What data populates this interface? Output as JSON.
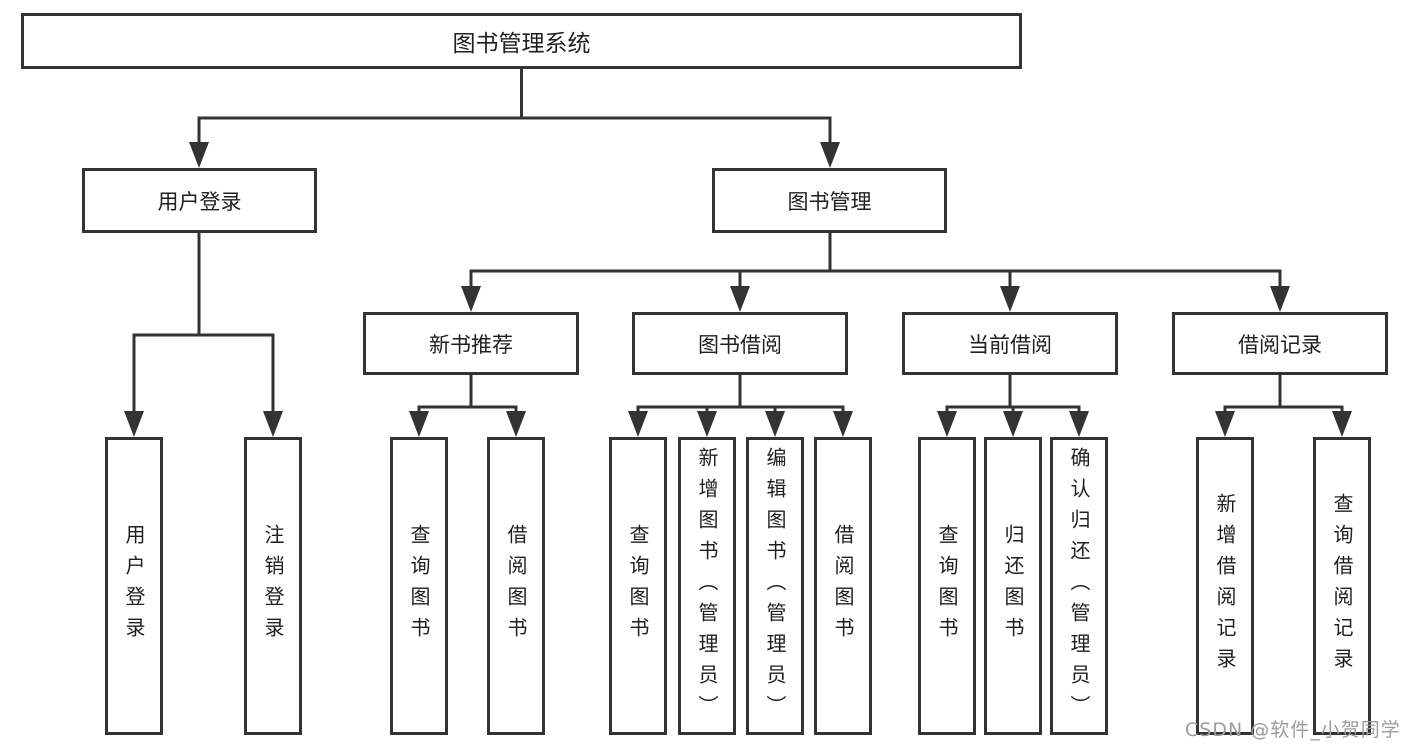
{
  "title": "图书管理系统",
  "tree": {
    "root": {
      "label": "图书管理系统",
      "children": [
        {
          "label": "用户登录",
          "children": [
            {
              "label": "用户登录"
            },
            {
              "label": "注销登录"
            }
          ]
        },
        {
          "label": "图书管理",
          "children": [
            {
              "label": "新书推荐",
              "children": [
                {
                  "label": "查询图书"
                },
                {
                  "label": "借阅图书"
                }
              ]
            },
            {
              "label": "图书借阅",
              "children": [
                {
                  "label": "查询图书"
                },
                {
                  "label": "新增图书（管理员）"
                },
                {
                  "label": "编辑图书（管理员）"
                },
                {
                  "label": "借阅图书"
                }
              ]
            },
            {
              "label": "当前借阅",
              "children": [
                {
                  "label": "查询图书"
                },
                {
                  "label": "归还图书"
                },
                {
                  "label": "确认归还（管理员）"
                }
              ]
            },
            {
              "label": "借阅记录",
              "children": [
                {
                  "label": "新增借阅记录"
                },
                {
                  "label": "查询借阅记录"
                }
              ]
            }
          ]
        }
      ]
    }
  },
  "watermark": {
    "text": "CSDN @软件_小贺同学"
  },
  "colors": {
    "line": "#333333",
    "node_border": "#333333",
    "text": "#1f1f1f",
    "watermark_text": "#9c9c9c",
    "background": "#ffffff"
  }
}
